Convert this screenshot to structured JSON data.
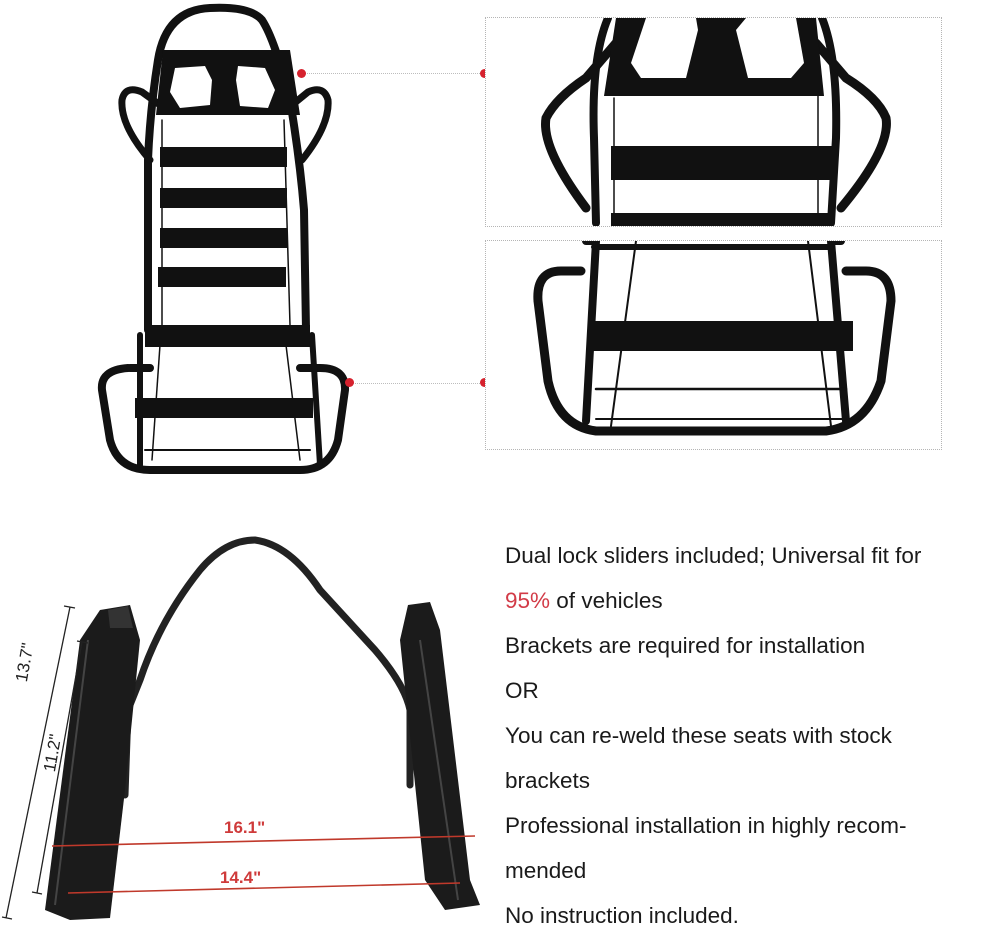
{
  "colors": {
    "accent_red": "#d23b47",
    "frame_black": "#111111",
    "dotted_border": "#b5b5b5",
    "text": "#1a1a1a"
  },
  "callouts": [
    {
      "id": "headrest-detail",
      "icon": "callout-dot-icon"
    },
    {
      "id": "seat-base-detail",
      "icon": "callout-dot-icon"
    }
  ],
  "dimensions": {
    "rail_length_outer": "13.7\"",
    "rail_length_inner": "11.2\"",
    "width_front": "16.1\"",
    "width_rear": "14.4\""
  },
  "specs": {
    "line1": "Dual lock sliders included; Universal fit for",
    "line2_highlight": "95%",
    "line2_rest": " of vehicles",
    "line3": "Brackets are required for installation",
    "line4": "OR",
    "line5": "You can re-weld these seats with stock",
    "line6": "brackets",
    "line7": "Professional installation in highly recom-",
    "line8": "mended",
    "line9": "No instruction included."
  }
}
